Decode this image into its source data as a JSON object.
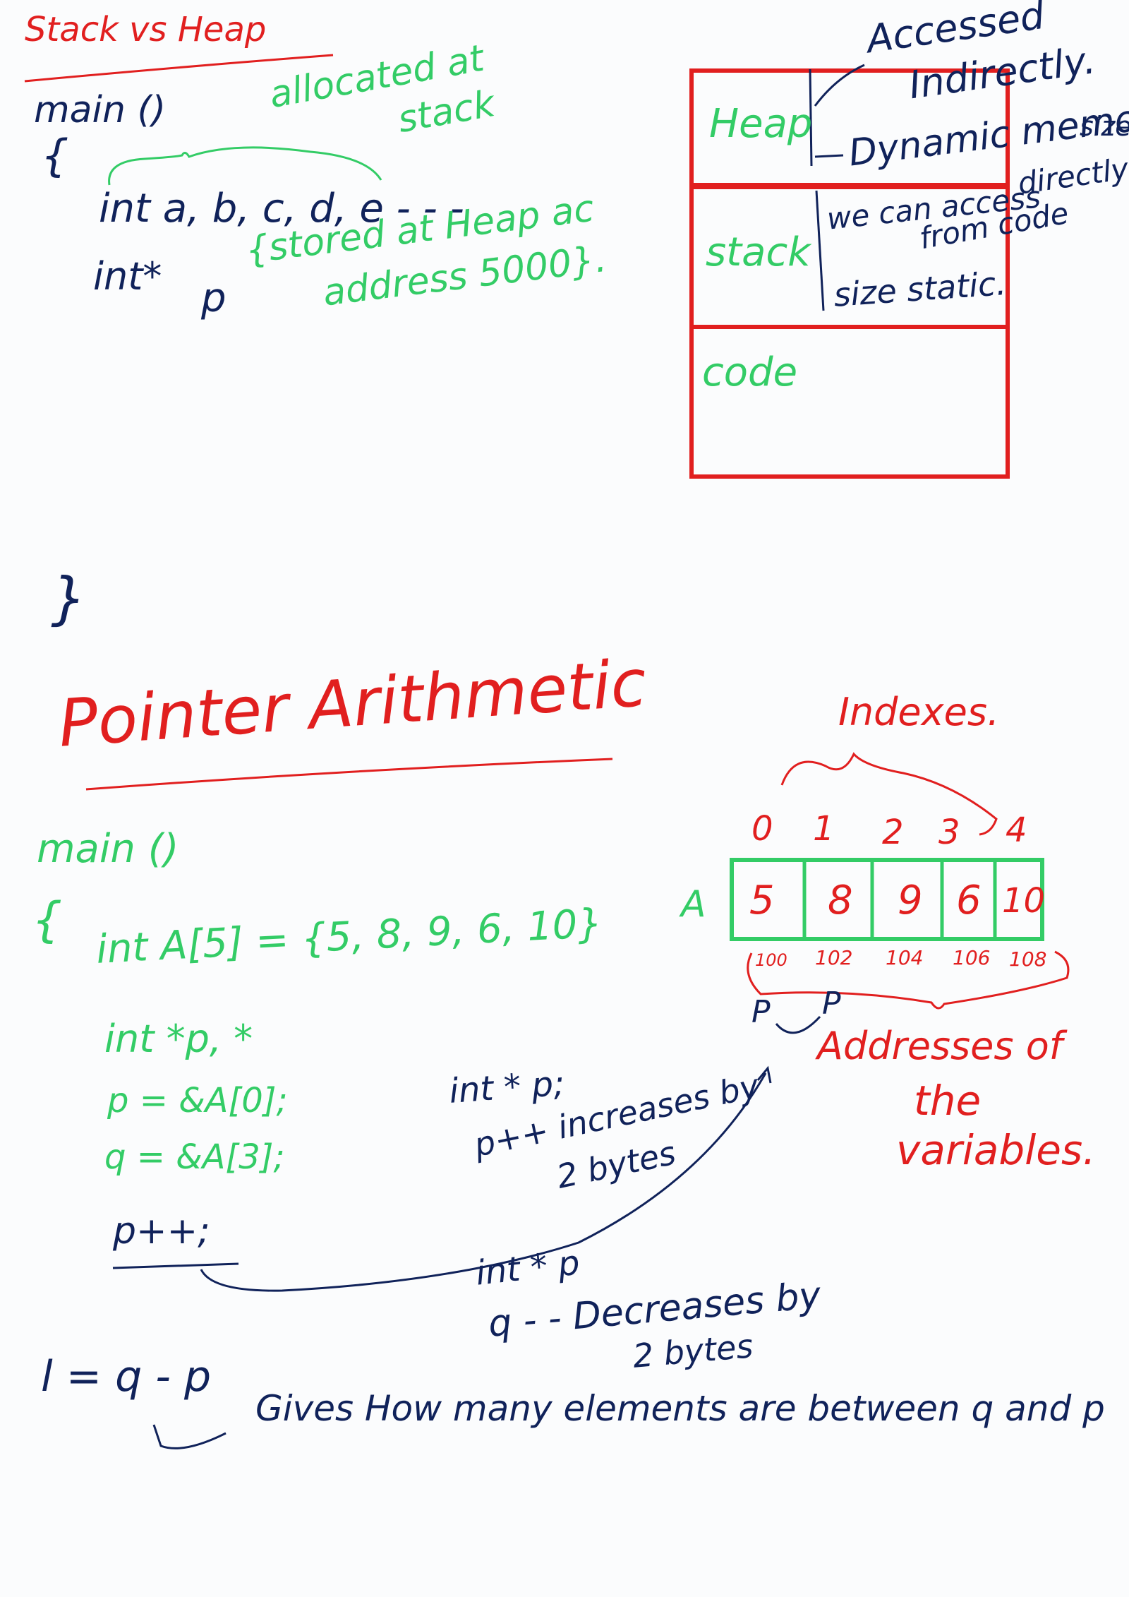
{
  "stack_vs_heap": {
    "title": "Stack vs Heap",
    "code": {
      "main": "main ()",
      "open_brace": "{",
      "line1": "int a, b, c, d, e - - -",
      "line2_type": "int*",
      "line2_var": "p",
      "close_brace": "}"
    },
    "annotations": {
      "allocated_line1": "allocated at",
      "allocated_line2": "stack",
      "stored_line1": "{stored at Heap ac",
      "stored_line2": "address 5000}."
    },
    "memory_diagram": {
      "heap_label": "Heap",
      "stack_label": "stack",
      "code_label": "code",
      "heap_notes": {
        "accessed": "Accessed",
        "indirectly": "Indirectly.",
        "dynamic": "Dynamic memory",
        "size": "size"
      },
      "stack_notes": {
        "we_can": "we can access",
        "directly": "directly",
        "from_code": "from code",
        "size_static": "size static."
      }
    }
  },
  "pointer_arithmetic": {
    "title": "Pointer Arithmetic",
    "code": {
      "main": "main ()",
      "open_brace": "{",
      "array_decl": "int A[5] = {5, 8, 9, 6, 10}",
      "ptr_decl": "int *p, *",
      "assign_p": "p = &A[0];",
      "assign_q": "q = &A[3];",
      "increment": "p++;"
    },
    "notes": {
      "int_p": "int * p;",
      "pp_inc": "p++ increases by",
      "two_bytes_1": "2 bytes",
      "int_p2": "int * p",
      "q_dec": "q - - Decreases by",
      "two_bytes_2": "2 bytes"
    },
    "array": {
      "name": "A",
      "indexes_label": "Indexes.",
      "indexes": [
        "0",
        "1",
        "2",
        "3",
        "4"
      ],
      "values": [
        "5",
        "8",
        "9",
        "6",
        "10"
      ],
      "addresses": [
        "100",
        "102",
        "104",
        "106",
        "108"
      ],
      "pointer_labels": [
        "P",
        "P"
      ],
      "addresses_label_1": "Addresses of",
      "addresses_label_2": "the",
      "addresses_label_3": "variables."
    },
    "difference": {
      "formula": "l = q - p",
      "explanation": "Gives How many elements are between q and p"
    }
  },
  "colors": {
    "red": "#e11f1f",
    "green": "#33cc66",
    "navy": "#10225a"
  }
}
